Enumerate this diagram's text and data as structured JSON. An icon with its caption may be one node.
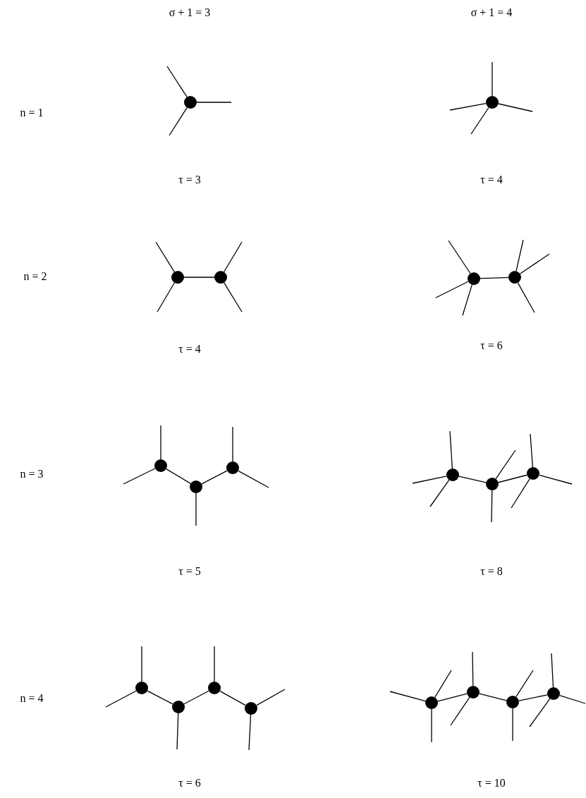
{
  "diagram": {
    "nodes": [
      {
        "text": [],
        "shape": "circle"
      },
      {
        "text": [],
        "shape": "circle"
      },
      {
        "text": [],
        "shape": "circle"
      },
      {
        "text": [],
        "shape": "circle"
      },
      {
        "text": [],
        "shape": "circle"
      },
      {
        "text": [],
        "shape": "circle"
      },
      {
        "text": [],
        "shape": "circle"
      },
      {
        "text": [],
        "shape": "circle"
      },
      {
        "text": [],
        "shape": "circle"
      },
      {
        "text": [],
        "shape": "circle"
      },
      {
        "text": [],
        "shape": "circle"
      },
      {
        "text": [],
        "shape": "circle"
      },
      {
        "text": [],
        "shape": "circle"
      },
      {
        "text": [],
        "shape": "circle"
      },
      {
        "text": [],
        "shape": "circle"
      },
      {
        "text": [],
        "shape": "circle"
      },
      {
        "text": [],
        "shape": "circle"
      },
      {
        "text": [],
        "shape": "circle"
      },
      {
        "text": [],
        "shape": "circle"
      },
      {
        "text": [],
        "shape": "circle"
      }
    ],
    "edges": [
      {
        "from": 0,
        "to": null,
        "arrow": "none"
      },
      {
        "from": 0,
        "to": null,
        "arrow": "none"
      },
      {
        "from": 0,
        "to": null,
        "arrow": "none"
      },
      {
        "from": 1,
        "to": null,
        "arrow": "none"
      },
      {
        "from": 1,
        "to": null,
        "arrow": "none"
      },
      {
        "from": 1,
        "to": null,
        "arrow": "none"
      },
      {
        "from": 1,
        "to": null,
        "arrow": "none"
      },
      {
        "from": 2,
        "to": 3,
        "arrow": "none"
      },
      {
        "from": 2,
        "to": null,
        "arrow": "none"
      },
      {
        "from": 2,
        "to": null,
        "arrow": "none"
      },
      {
        "from": 3,
        "to": null,
        "arrow": "none"
      },
      {
        "from": 3,
        "to": null,
        "arrow": "none"
      },
      {
        "from": 4,
        "to": 5,
        "arrow": "none"
      },
      {
        "from": 4,
        "to": null,
        "arrow": "none"
      },
      {
        "from": 4,
        "to": null,
        "arrow": "none"
      },
      {
        "from": 4,
        "to": null,
        "arrow": "none"
      },
      {
        "from": 5,
        "to": null,
        "arrow": "none"
      },
      {
        "from": 5,
        "to": null,
        "arrow": "none"
      },
      {
        "from": 5,
        "to": null,
        "arrow": "none"
      },
      {
        "from": 6,
        "to": 7,
        "arrow": "none"
      },
      {
        "from": 7,
        "to": 8,
        "arrow": "none"
      },
      {
        "from": 6,
        "to": null,
        "arrow": "none"
      },
      {
        "from": 6,
        "to": null,
        "arrow": "none"
      },
      {
        "from": 7,
        "to": null,
        "arrow": "none"
      },
      {
        "from": 8,
        "to": null,
        "arrow": "none"
      },
      {
        "from": 8,
        "to": null,
        "arrow": "none"
      },
      {
        "from": 9,
        "to": 10,
        "arrow": "none"
      },
      {
        "from": 10,
        "to": 11,
        "arrow": "none"
      },
      {
        "from": 9,
        "to": null,
        "arrow": "none"
      },
      {
        "from": 9,
        "to": null,
        "arrow": "none"
      },
      {
        "from": 9,
        "to": null,
        "arrow": "none"
      },
      {
        "from": 10,
        "to": null,
        "arrow": "none"
      },
      {
        "from": 10,
        "to": null,
        "arrow": "none"
      },
      {
        "from": 11,
        "to": null,
        "arrow": "none"
      },
      {
        "from": 11,
        "to": null,
        "arrow": "none"
      },
      {
        "from": 11,
        "to": null,
        "arrow": "none"
      },
      {
        "from": 12,
        "to": 13,
        "arrow": "none"
      },
      {
        "from": 13,
        "to": 14,
        "arrow": "none"
      },
      {
        "from": 14,
        "to": 15,
        "arrow": "none"
      },
      {
        "from": 12,
        "to": null,
        "arrow": "none"
      },
      {
        "from": 12,
        "to": null,
        "arrow": "none"
      },
      {
        "from": 13,
        "to": null,
        "arrow": "none"
      },
      {
        "from": 14,
        "to": null,
        "arrow": "none"
      },
      {
        "from": 15,
        "to": null,
        "arrow": "none"
      },
      {
        "from": 15,
        "to": null,
        "arrow": "none"
      },
      {
        "from": 16,
        "to": 17,
        "arrow": "none"
      },
      {
        "from": 17,
        "to": 18,
        "arrow": "none"
      },
      {
        "from": 18,
        "to": 19,
        "arrow": "none"
      },
      {
        "from": 16,
        "to": null,
        "arrow": "none"
      },
      {
        "from": 16,
        "to": null,
        "arrow": "none"
      },
      {
        "from": 16,
        "to": null,
        "arrow": "none"
      },
      {
        "from": 17,
        "to": null,
        "arrow": "none"
      },
      {
        "from": 17,
        "to": null,
        "arrow": "none"
      },
      {
        "from": 18,
        "to": null,
        "arrow": "none"
      },
      {
        "from": 18,
        "to": null,
        "arrow": "none"
      },
      {
        "from": 19,
        "to": null,
        "arrow": "none"
      },
      {
        "from": 19,
        "to": null,
        "arrow": "none"
      },
      {
        "from": 19,
        "to": null,
        "arrow": "none"
      }
    ],
    "labels": [
      "σ + 1 = 3",
      "σ + 1 = 4",
      "n = 1",
      "τ = 3",
      "τ = 4",
      "n = 2",
      "τ = 4",
      "τ = 6",
      "n = 3",
      "τ = 5",
      "τ = 8",
      "n = 4",
      "τ = 6",
      "τ = 10"
    ]
  }
}
